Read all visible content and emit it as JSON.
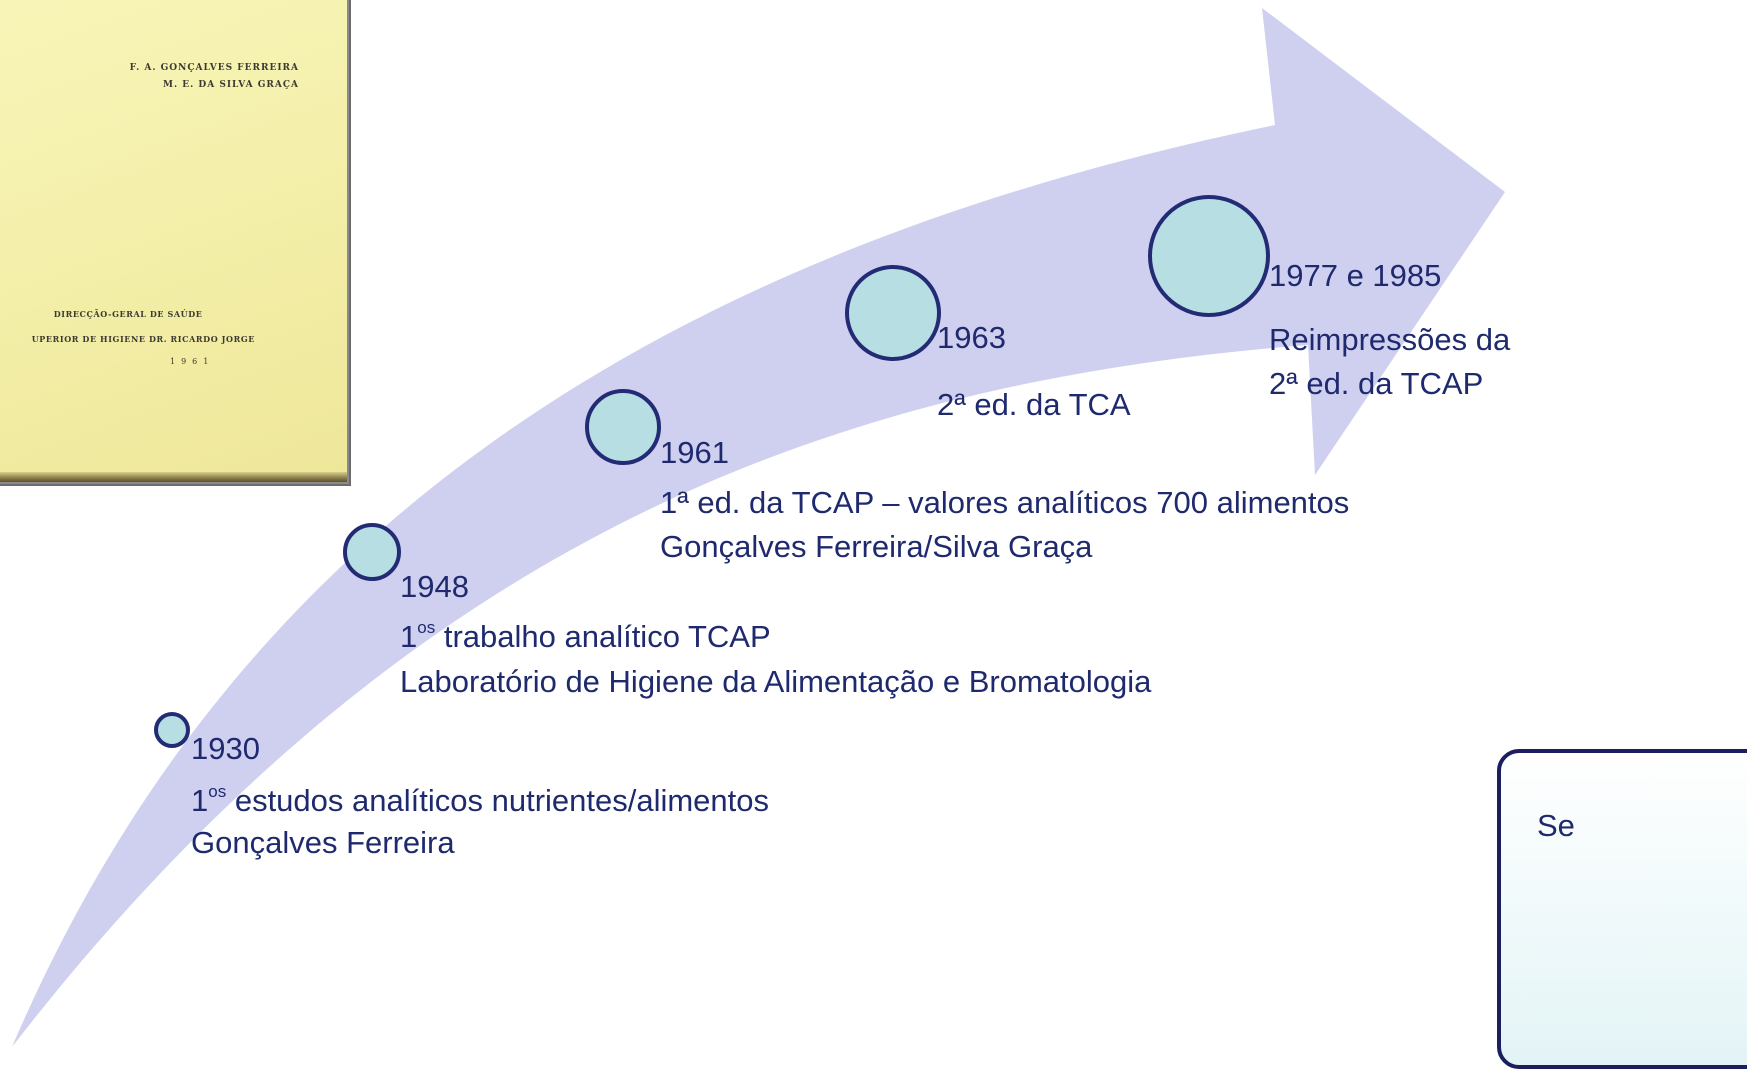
{
  "cover": {
    "author1": "F. A. GONÇALVES FERREIRA",
    "author2": "M. E. DA SILVA GRAÇA",
    "publisher1": "DIRECÇÃO-GERAL DE SAÚDE",
    "publisher2": "UPERIOR DE HIGIENE DR. RICARDO JORGE",
    "year": "1961"
  },
  "colors": {
    "arrow": "#cfd0f0",
    "circle_fill": "#b6dee3",
    "circle_stroke": "#232b74",
    "text": "#1f2a6e"
  },
  "milestones": [
    {
      "year": "1930",
      "line1_pre": "1",
      "line1_sup": "os",
      "line1_post": " estudos analíticos nutrientes/alimentos",
      "line2": "Gonçalves Ferreira"
    },
    {
      "year": "1948",
      "line1_pre": "1",
      "line1_sup": "os",
      "line1_post": " trabalho analítico TCAP",
      "line2": "Laboratório de Higiene da Alimentação e Bromatologia"
    },
    {
      "year": "1961",
      "line1": "1ª ed. da TCAP – valores analíticos 700 alimentos",
      "line2": "Gonçalves Ferreira/Silva Graça"
    },
    {
      "year": "1963",
      "line1": "2ª ed. da TCA"
    },
    {
      "year": "1977 e 1985",
      "line1": "Reimpressões da",
      "line2": "2ª ed. da TCAP"
    }
  ],
  "side_box": {
    "text": "Se"
  }
}
